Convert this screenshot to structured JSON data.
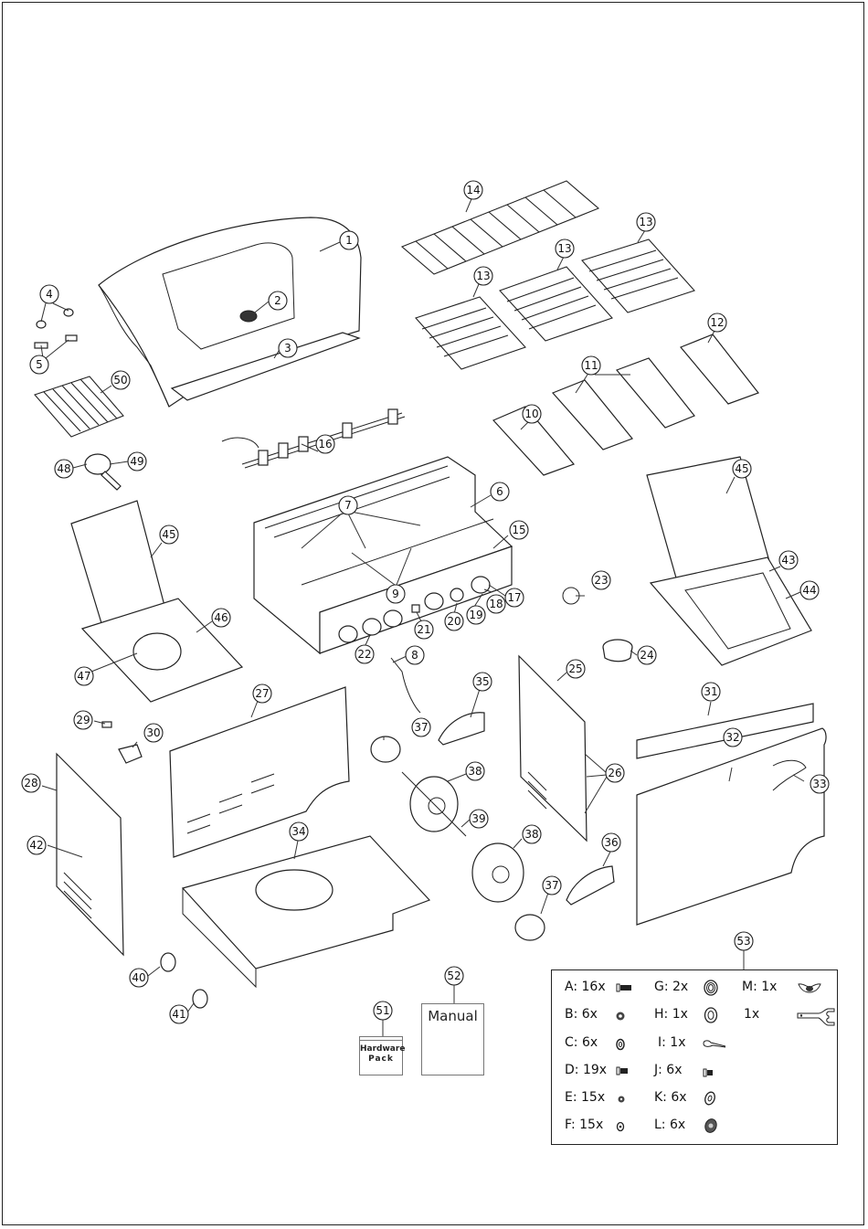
{
  "diagram": {
    "title": "Gas grill exploded parts diagram",
    "part_numbers": [
      "1",
      "2",
      "3",
      "4",
      "5",
      "6",
      "7",
      "8",
      "9",
      "10",
      "11",
      "12",
      "13",
      "13b",
      "13c",
      "14",
      "15",
      "16",
      "17",
      "18",
      "19",
      "20",
      "21",
      "22",
      "23",
      "24",
      "25",
      "26",
      "27",
      "28",
      "29",
      "30",
      "31",
      "32",
      "33",
      "34",
      "35",
      "36",
      "37",
      "37b",
      "38",
      "38b",
      "39",
      "40",
      "41",
      "42",
      "43",
      "44",
      "45",
      "45b",
      "46",
      "47",
      "48",
      "49",
      "50",
      "51",
      "52",
      "53"
    ],
    "callouts": {
      "1": "1",
      "2": "2",
      "3": "3",
      "4": "4",
      "5": "5",
      "6": "6",
      "7": "7",
      "8": "8",
      "9": "9",
      "10": "10",
      "11": "11",
      "12": "12",
      "13": "13",
      "14": "14",
      "15": "15",
      "16": "16",
      "17": "17",
      "18": "18",
      "19": "19",
      "20": "20",
      "21": "21",
      "22": "22",
      "23": "23",
      "24": "24",
      "25": "25",
      "26": "26",
      "27": "27",
      "28": "28",
      "29": "29",
      "30": "30",
      "31": "31",
      "32": "32",
      "33": "33",
      "34": "34",
      "35": "35",
      "36": "36",
      "37": "37",
      "38": "38",
      "39": "39",
      "40": "40",
      "41": "41",
      "42": "42",
      "43": "43",
      "44": "44",
      "45": "45",
      "46": "46",
      "47": "47",
      "48": "48",
      "49": "49",
      "50": "50",
      "51": "51",
      "52": "52",
      "53": "53"
    }
  },
  "hardware_pack": {
    "label_line1": "Hardware",
    "label_line2": "Pack"
  },
  "manual": {
    "label": "Manual"
  },
  "hardware_table": {
    "items": [
      {
        "code": "A: 16x",
        "icon": "bolt-icon"
      },
      {
        "code": "B: 6x",
        "icon": "nut-icon"
      },
      {
        "code": "C: 6x",
        "icon": "lock-washer-icon"
      },
      {
        "code": "D: 19x",
        "icon": "short-bolt-icon"
      },
      {
        "code": "E: 15x",
        "icon": "small-nut-icon"
      },
      {
        "code": "F: 15x",
        "icon": "small-washer-icon"
      },
      {
        "code": "G: 2x",
        "icon": "large-washer-icon"
      },
      {
        "code": "H: 1x",
        "icon": "flat-washer-icon"
      },
      {
        "code": "I: 1x",
        "icon": "cotter-pin-icon"
      },
      {
        "code": "J: 6x",
        "icon": "screw-icon"
      },
      {
        "code": "K: 6x",
        "icon": "spring-washer-icon"
      },
      {
        "code": "L: 6x",
        "icon": "flange-nut-icon"
      },
      {
        "code": "M: 1x",
        "icon": "wing-nut-icon"
      },
      {
        "code": "1x",
        "icon": "wrench-icon"
      }
    ]
  }
}
